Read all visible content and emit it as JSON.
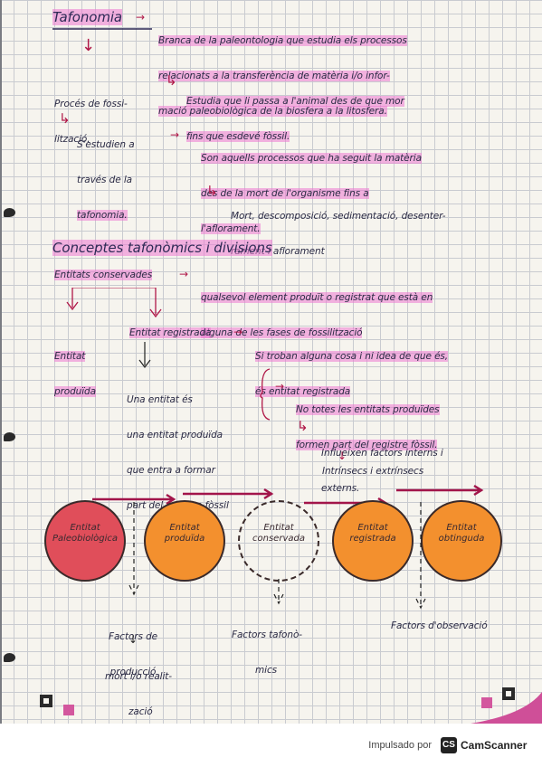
{
  "notes": {
    "title": "Tafonomia",
    "def": [
      "Branca de la paleontologia que estudia els processos",
      "relacionats a la transferència de matèria i/o infor-",
      "mació paleobiològica de la biosfera a la litosfera."
    ],
    "estudia": [
      "Estudia que li passa a l'animal des de que mor",
      "fins que esdevé fòssil."
    ],
    "proces": [
      "Procés de fossi-",
      "lització."
    ],
    "sestudien": [
      "S'estudien a",
      "través de la",
      "tafonomia."
    ],
    "processos": [
      "Son aquells processos que ha seguit la matèria",
      "des de la mort de l'organisme fins a",
      "l'aflorament."
    ],
    "mort": [
      "Mort, descomposició, sedimentació, desenter-",
      "rament i aflorament"
    ],
    "section_title": "Conceptes tafonòmics i divisions",
    "entitats": "Entitats conservades",
    "qualsevol": [
      "qualsevol element produït o registrat que està en",
      "alguna de les fases de fossilització"
    ],
    "produida": [
      "Entitat",
      "produïda"
    ],
    "registrada_label": "Entitat registrada",
    "sitroban": [
      "Si troban alguna cosa i ni idea de que és,",
      "és entitat registrada"
    ],
    "una_entitat": [
      "Una entitat és",
      "una entitat produïda",
      "que entra a formar",
      "part del registre fòssil"
    ],
    "nototes": [
      "No totes les entitats produïdes",
      "formen part del registre fòssil."
    ],
    "influeixen": [
      "Influeixen factors interns i",
      "externs."
    ],
    "intrinsecs": "Intrínsecs i extrínsecs",
    "circles": [
      {
        "label": "Entitat\nPaleobiològica",
        "color": "#e04e5a"
      },
      {
        "label": "Entitat\nproduïda",
        "color": "#f3902e"
      },
      {
        "label": "Entitat\nconservada",
        "color": ""
      },
      {
        "label": "Entitat\nregistrada",
        "color": "#f3902e"
      },
      {
        "label": "Entitat\nobtinguda",
        "color": "#f3902e"
      }
    ],
    "factors_prod": [
      "Factors de",
      "producció"
    ],
    "mort_realit": [
      "mort i/o realit-",
      "zació"
    ],
    "factors_taf": [
      "Factors tafonò-",
      "mics"
    ],
    "factors_obs": "Factors d'observació"
  },
  "footer": {
    "powered": "Impulsado por",
    "logo": "CS",
    "brand": "CamScanner"
  }
}
